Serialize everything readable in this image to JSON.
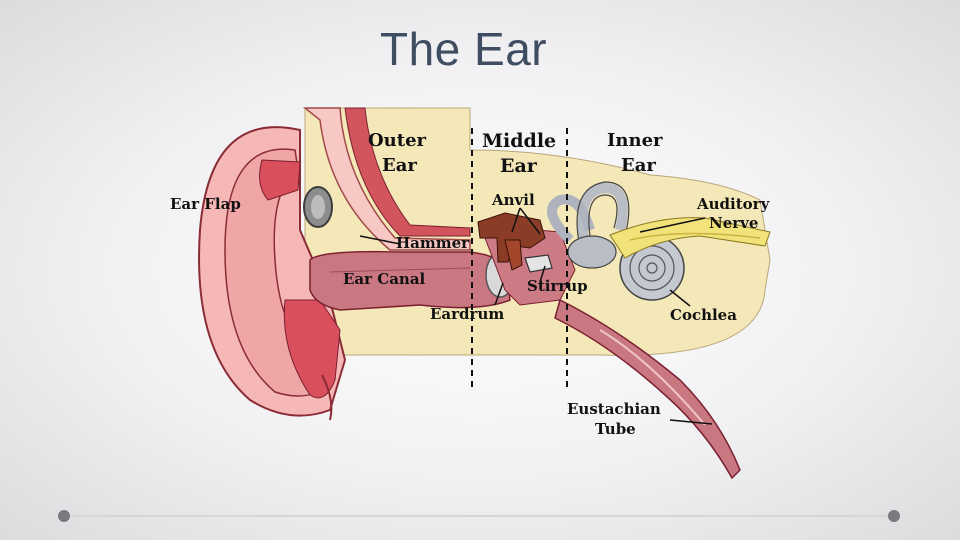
{
  "slide": {
    "title": "The Ear"
  },
  "sections": {
    "outer": [
      "Outer",
      "Ear"
    ],
    "middle": [
      "Middle",
      "Ear"
    ],
    "inner": [
      "Inner",
      "Ear"
    ]
  },
  "labels": {
    "ear_flap": "Ear Flap",
    "hammer": "Hammer",
    "anvil": "Anvil",
    "ear_canal": "Ear Canal",
    "stirrup": "Stirrup",
    "eardrum": "Eardrum",
    "auditory_nerve": [
      "Auditory",
      "Nerve"
    ],
    "cochlea": "Cochlea",
    "eustachian_tube": [
      "Eustachian",
      "Tube"
    ]
  }
}
